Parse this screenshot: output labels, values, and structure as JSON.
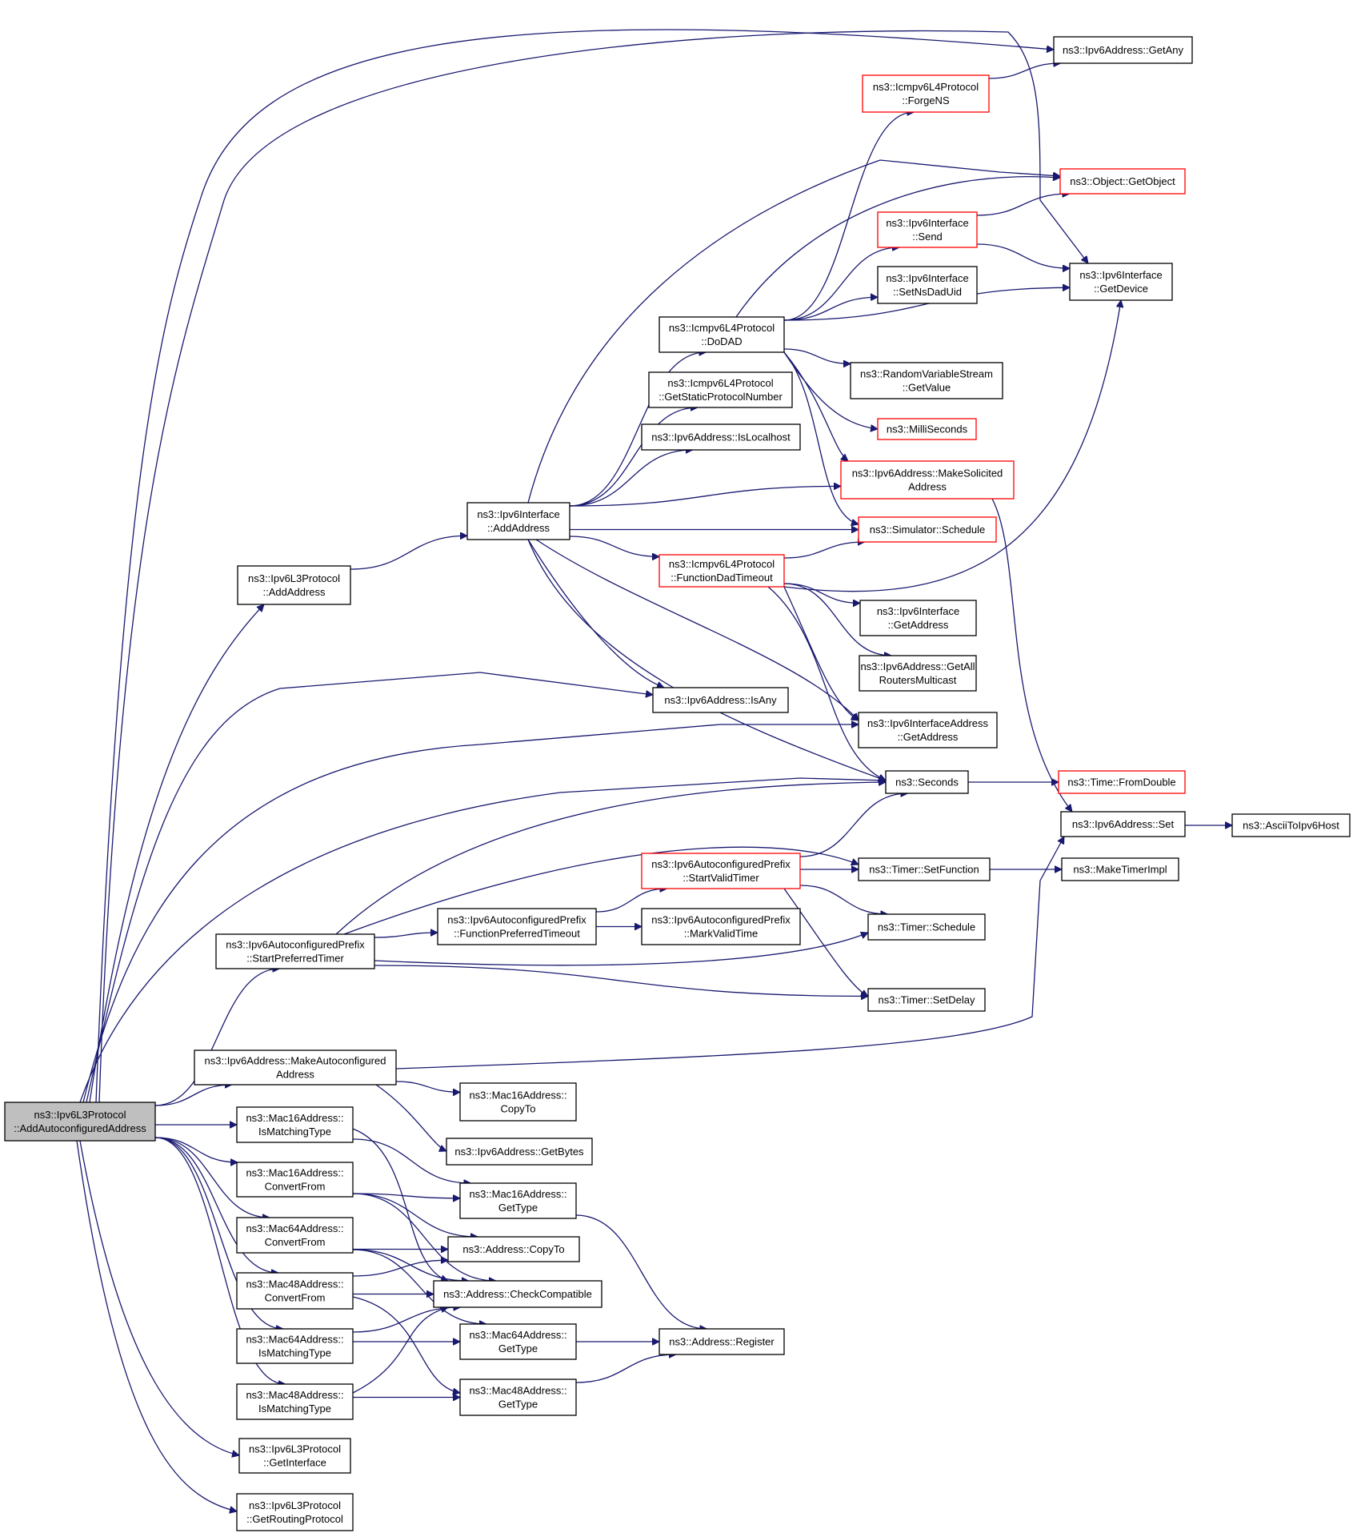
{
  "colors": {
    "edge": "#191970",
    "border_normal": "#000000",
    "border_truncated": "#ff0000",
    "root_fill": "#bfbfbf",
    "node_fill": "#ffffff"
  },
  "nodes": [
    {
      "id": "root",
      "lines": [
        "ns3::Ipv6L3Protocol",
        "::AddAutoconfiguredAddress"
      ],
      "style": "root"
    },
    {
      "id": "ipv6l3-addaddress",
      "lines": [
        "ns3::Ipv6L3Protocol",
        "::AddAddress"
      ],
      "style": "normal"
    },
    {
      "id": "ipv6if-addaddress",
      "lines": [
        "ns3::Ipv6Interface",
        "::AddAddress"
      ],
      "style": "normal"
    },
    {
      "id": "getany",
      "lines": [
        "ns3::Ipv6Address::GetAny"
      ],
      "style": "normal"
    },
    {
      "id": "forgens",
      "lines": [
        "ns3::Icmpv6L4Protocol",
        "::ForgeNS"
      ],
      "style": "truncated"
    },
    {
      "id": "getobject",
      "lines": [
        "ns3::Object::GetObject"
      ],
      "style": "truncated"
    },
    {
      "id": "ipv6if-send",
      "lines": [
        "ns3::Ipv6Interface",
        "::Send"
      ],
      "style": "truncated"
    },
    {
      "id": "ipv6if-getdevice",
      "lines": [
        "ns3::Ipv6Interface",
        "::GetDevice"
      ],
      "style": "normal"
    },
    {
      "id": "setnsdaduid",
      "lines": [
        "ns3::Ipv6Interface",
        "::SetNsDadUid"
      ],
      "style": "normal"
    },
    {
      "id": "dodad",
      "lines": [
        "ns3::Icmpv6L4Protocol",
        "::DoDAD"
      ],
      "style": "normal"
    },
    {
      "id": "rvs-getvalue",
      "lines": [
        "ns3::RandomVariableStream",
        "::GetValue"
      ],
      "style": "normal"
    },
    {
      "id": "getstaticprotonum",
      "lines": [
        "ns3::Icmpv6L4Protocol",
        "::GetStaticProtocolNumber"
      ],
      "style": "normal"
    },
    {
      "id": "milliseconds",
      "lines": [
        "ns3::MilliSeconds"
      ],
      "style": "truncated"
    },
    {
      "id": "islocalhost",
      "lines": [
        "ns3::Ipv6Address::IsLocalhost"
      ],
      "style": "normal"
    },
    {
      "id": "makesolicited",
      "lines": [
        "ns3::Ipv6Address::MakeSolicited",
        "Address"
      ],
      "style": "truncated"
    },
    {
      "id": "sim-schedule",
      "lines": [
        "ns3::Simulator::Schedule"
      ],
      "style": "truncated"
    },
    {
      "id": "functiondadtimeout",
      "lines": [
        "ns3::Icmpv6L4Protocol",
        "::FunctionDadTimeout"
      ],
      "style": "truncated"
    },
    {
      "id": "ipv6if-getaddress",
      "lines": [
        "ns3::Ipv6Interface",
        "::GetAddress"
      ],
      "style": "normal"
    },
    {
      "id": "getallrouters",
      "lines": [
        "ns3::Ipv6Address::GetAll",
        "RoutersMulticast"
      ],
      "style": "normal"
    },
    {
      "id": "isany",
      "lines": [
        "ns3::Ipv6Address::IsAny"
      ],
      "style": "normal"
    },
    {
      "id": "ifaddr-getaddress",
      "lines": [
        "ns3::Ipv6InterfaceAddress",
        "::GetAddress"
      ],
      "style": "normal"
    },
    {
      "id": "seconds",
      "lines": [
        "ns3::Seconds"
      ],
      "style": "normal"
    },
    {
      "id": "fromdouble",
      "lines": [
        "ns3::Time::FromDouble"
      ],
      "style": "truncated"
    },
    {
      "id": "ipv6addr-set",
      "lines": [
        "ns3::Ipv6Address::Set"
      ],
      "style": "normal"
    },
    {
      "id": "asciitoipv6host",
      "lines": [
        "ns3::AsciiToIpv6Host"
      ],
      "style": "normal"
    },
    {
      "id": "startvalidtimer",
      "lines": [
        "ns3::Ipv6AutoconfiguredPrefix",
        "::StartValidTimer"
      ],
      "style": "truncated"
    },
    {
      "id": "timer-setfunction",
      "lines": [
        "ns3::Timer::SetFunction"
      ],
      "style": "normal"
    },
    {
      "id": "maketimerimpl",
      "lines": [
        "ns3::MakeTimerImpl"
      ],
      "style": "normal"
    },
    {
      "id": "functionpreferredtimeout",
      "lines": [
        "ns3::Ipv6AutoconfiguredPrefix",
        "::FunctionPreferredTimeout"
      ],
      "style": "normal"
    },
    {
      "id": "markvalidtime",
      "lines": [
        "ns3::Ipv6AutoconfiguredPrefix",
        "::MarkValidTime"
      ],
      "style": "normal"
    },
    {
      "id": "timer-schedule",
      "lines": [
        "ns3::Timer::Schedule"
      ],
      "style": "normal"
    },
    {
      "id": "startpreferredtimer",
      "lines": [
        "ns3::Ipv6AutoconfiguredPrefix",
        "::StartPreferredTimer"
      ],
      "style": "normal"
    },
    {
      "id": "timer-setdelay",
      "lines": [
        "ns3::Timer::SetDelay"
      ],
      "style": "normal"
    },
    {
      "id": "makeautoconfigured",
      "lines": [
        "ns3::Ipv6Address::MakeAutoconfigured",
        "Address"
      ],
      "style": "normal"
    },
    {
      "id": "mac16-copyto",
      "lines": [
        "ns3::Mac16Address::",
        "CopyTo"
      ],
      "style": "normal"
    },
    {
      "id": "getbytes",
      "lines": [
        "ns3::Ipv6Address::GetBytes"
      ],
      "style": "normal"
    },
    {
      "id": "mac16-ismatching",
      "lines": [
        "ns3::Mac16Address::",
        "IsMatchingType"
      ],
      "style": "normal"
    },
    {
      "id": "mac16-convertfrom",
      "lines": [
        "ns3::Mac16Address::",
        "ConvertFrom"
      ],
      "style": "normal"
    },
    {
      "id": "mac16-gettype",
      "lines": [
        "ns3::Mac16Address::",
        "GetType"
      ],
      "style": "normal"
    },
    {
      "id": "mac64-convertfrom",
      "lines": [
        "ns3::Mac64Address::",
        "ConvertFrom"
      ],
      "style": "normal"
    },
    {
      "id": "address-copyto",
      "lines": [
        "ns3::Address::CopyTo"
      ],
      "style": "normal"
    },
    {
      "id": "mac48-convertfrom",
      "lines": [
        "ns3::Mac48Address::",
        "ConvertFrom"
      ],
      "style": "normal"
    },
    {
      "id": "checkcompatible",
      "lines": [
        "ns3::Address::CheckCompatible"
      ],
      "style": "normal"
    },
    {
      "id": "mac64-ismatching",
      "lines": [
        "ns3::Mac64Address::",
        "IsMatchingType"
      ],
      "style": "normal"
    },
    {
      "id": "mac64-gettype",
      "lines": [
        "ns3::Mac64Address::",
        "GetType"
      ],
      "style": "normal"
    },
    {
      "id": "address-register",
      "lines": [
        "ns3::Address::Register"
      ],
      "style": "normal"
    },
    {
      "id": "mac48-ismatching",
      "lines": [
        "ns3::Mac48Address::",
        "IsMatchingType"
      ],
      "style": "normal"
    },
    {
      "id": "mac48-gettype",
      "lines": [
        "ns3::Mac48Address::",
        "GetType"
      ],
      "style": "normal"
    },
    {
      "id": "ipv6l3-getinterface",
      "lines": [
        "ns3::Ipv6L3Protocol",
        "::GetInterface"
      ],
      "style": "normal"
    },
    {
      "id": "ipv6l3-getroutingprotocol",
      "lines": [
        "ns3::Ipv6L3Protocol",
        "::GetRoutingProtocol"
      ],
      "style": "normal"
    }
  ],
  "edges": [
    [
      "root",
      "getany"
    ],
    [
      "root",
      "ipv6if-getdevice"
    ],
    [
      "root",
      "ipv6l3-addaddress"
    ],
    [
      "root",
      "isany"
    ],
    [
      "root",
      "ifaddr-getaddress"
    ],
    [
      "root",
      "seconds"
    ],
    [
      "root",
      "startpreferredtimer"
    ],
    [
      "root",
      "makeautoconfigured"
    ],
    [
      "root",
      "mac16-ismatching"
    ],
    [
      "root",
      "mac16-convertfrom"
    ],
    [
      "root",
      "mac64-convertfrom"
    ],
    [
      "root",
      "mac48-convertfrom"
    ],
    [
      "root",
      "mac64-ismatching"
    ],
    [
      "root",
      "mac48-ismatching"
    ],
    [
      "root",
      "ipv6l3-getinterface"
    ],
    [
      "root",
      "ipv6l3-getroutingprotocol"
    ],
    [
      "ipv6l3-addaddress",
      "ipv6if-addaddress"
    ],
    [
      "ipv6if-addaddress",
      "getobject"
    ],
    [
      "ipv6if-addaddress",
      "dodad"
    ],
    [
      "ipv6if-addaddress",
      "getstaticprotonum"
    ],
    [
      "ipv6if-addaddress",
      "islocalhost"
    ],
    [
      "ipv6if-addaddress",
      "makesolicited"
    ],
    [
      "ipv6if-addaddress",
      "sim-schedule"
    ],
    [
      "ipv6if-addaddress",
      "functiondadtimeout"
    ],
    [
      "ipv6if-addaddress",
      "isany"
    ],
    [
      "ipv6if-addaddress",
      "ifaddr-getaddress"
    ],
    [
      "ipv6if-addaddress",
      "seconds"
    ],
    [
      "dodad",
      "forgens"
    ],
    [
      "dodad",
      "getobject"
    ],
    [
      "dodad",
      "ipv6if-send"
    ],
    [
      "dodad",
      "setnsdaduid"
    ],
    [
      "dodad",
      "ipv6if-getdevice"
    ],
    [
      "dodad",
      "rvs-getvalue"
    ],
    [
      "dodad",
      "milliseconds"
    ],
    [
      "dodad",
      "makesolicited"
    ],
    [
      "dodad",
      "sim-schedule"
    ],
    [
      "forgens",
      "getany"
    ],
    [
      "ipv6if-send",
      "getobject"
    ],
    [
      "ipv6if-send",
      "ipv6if-getdevice"
    ],
    [
      "functiondadtimeout",
      "sim-schedule"
    ],
    [
      "functiondadtimeout",
      "ipv6if-getdevice"
    ],
    [
      "functiondadtimeout",
      "ipv6if-getaddress"
    ],
    [
      "functiondadtimeout",
      "getallrouters"
    ],
    [
      "functiondadtimeout",
      "ifaddr-getaddress"
    ],
    [
      "functiondadtimeout",
      "seconds"
    ],
    [
      "makesolicited",
      "ipv6addr-set"
    ],
    [
      "seconds",
      "fromdouble"
    ],
    [
      "ipv6addr-set",
      "asciitoipv6host"
    ],
    [
      "startvalidtimer",
      "seconds"
    ],
    [
      "startvalidtimer",
      "timer-setfunction"
    ],
    [
      "startvalidtimer",
      "timer-schedule"
    ],
    [
      "startvalidtimer",
      "timer-setdelay"
    ],
    [
      "timer-setfunction",
      "maketimerimpl"
    ],
    [
      "startpreferredtimer",
      "seconds"
    ],
    [
      "startpreferredtimer",
      "timer-setfunction"
    ],
    [
      "startpreferredtimer",
      "functionpreferredtimeout"
    ],
    [
      "startpreferredtimer",
      "timer-schedule"
    ],
    [
      "startpreferredtimer",
      "timer-setdelay"
    ],
    [
      "functionpreferredtimeout",
      "startvalidtimer"
    ],
    [
      "functionpreferredtimeout",
      "markvalidtime"
    ],
    [
      "makeautoconfigured",
      "ipv6addr-set"
    ],
    [
      "makeautoconfigured",
      "mac16-copyto"
    ],
    [
      "makeautoconfigured",
      "getbytes"
    ],
    [
      "mac16-ismatching",
      "mac16-gettype"
    ],
    [
      "mac16-ismatching",
      "checkcompatible"
    ],
    [
      "mac16-convertfrom",
      "mac16-gettype"
    ],
    [
      "mac16-convertfrom",
      "address-copyto"
    ],
    [
      "mac16-convertfrom",
      "checkcompatible"
    ],
    [
      "mac16-gettype",
      "address-register"
    ],
    [
      "mac64-convertfrom",
      "address-copyto"
    ],
    [
      "mac64-convertfrom",
      "checkcompatible"
    ],
    [
      "mac64-convertfrom",
      "mac64-gettype"
    ],
    [
      "mac48-convertfrom",
      "address-copyto"
    ],
    [
      "mac48-convertfrom",
      "checkcompatible"
    ],
    [
      "mac48-convertfrom",
      "mac48-gettype"
    ],
    [
      "mac64-ismatching",
      "checkcompatible"
    ],
    [
      "mac64-ismatching",
      "mac64-gettype"
    ],
    [
      "mac48-ismatching",
      "checkcompatible"
    ],
    [
      "mac48-ismatching",
      "mac48-gettype"
    ],
    [
      "mac64-gettype",
      "address-register"
    ],
    [
      "mac48-gettype",
      "address-register"
    ]
  ]
}
